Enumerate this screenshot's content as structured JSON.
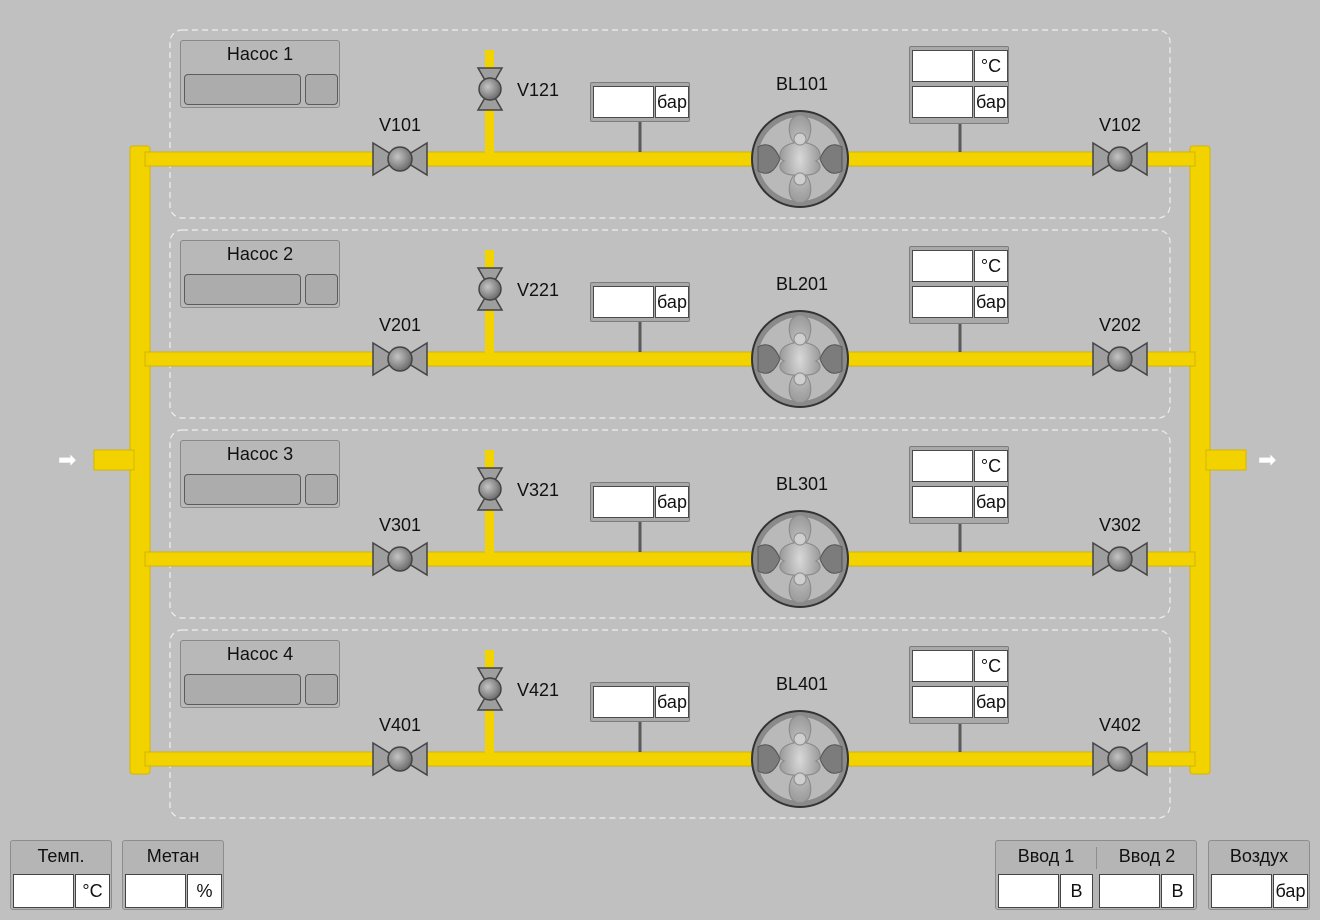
{
  "colors": {
    "background": "#c0c0c0",
    "pipe": "#f2d300",
    "pipe_edge": "#d3b500"
  },
  "pumps": [
    {
      "title": "Насос 1",
      "valve_in": "V101",
      "valve_branch": "V121",
      "blower": "BL101",
      "valve_out": "V102",
      "pressure_in_unit": "бар",
      "temp_unit": "°C",
      "pressure_out_unit": "бар"
    },
    {
      "title": "Насос 2",
      "valve_in": "V201",
      "valve_branch": "V221",
      "blower": "BL201",
      "valve_out": "V202",
      "pressure_in_unit": "бар",
      "temp_unit": "°C",
      "pressure_out_unit": "бар"
    },
    {
      "title": "Насос 3",
      "valve_in": "V301",
      "valve_branch": "V321",
      "blower": "BL301",
      "valve_out": "V302",
      "pressure_in_unit": "бар",
      "temp_unit": "°C",
      "pressure_out_unit": "бар"
    },
    {
      "title": "Насос 4",
      "valve_in": "V401",
      "valve_branch": "V421",
      "blower": "BL401",
      "valve_out": "V402",
      "pressure_in_unit": "бар",
      "temp_unit": "°C",
      "pressure_out_unit": "бар"
    }
  ],
  "inlet_arrow": "➡",
  "outlet_arrow": "➡",
  "bottom": {
    "temp": {
      "title": "Темп.",
      "unit": "°C"
    },
    "methane": {
      "title": "Метан",
      "unit": "%"
    },
    "input1": {
      "title": "Ввод 1",
      "unit": "В"
    },
    "input2": {
      "title": "Ввод 2",
      "unit": "В"
    },
    "air": {
      "title": "Воздух",
      "unit": "бар"
    }
  }
}
